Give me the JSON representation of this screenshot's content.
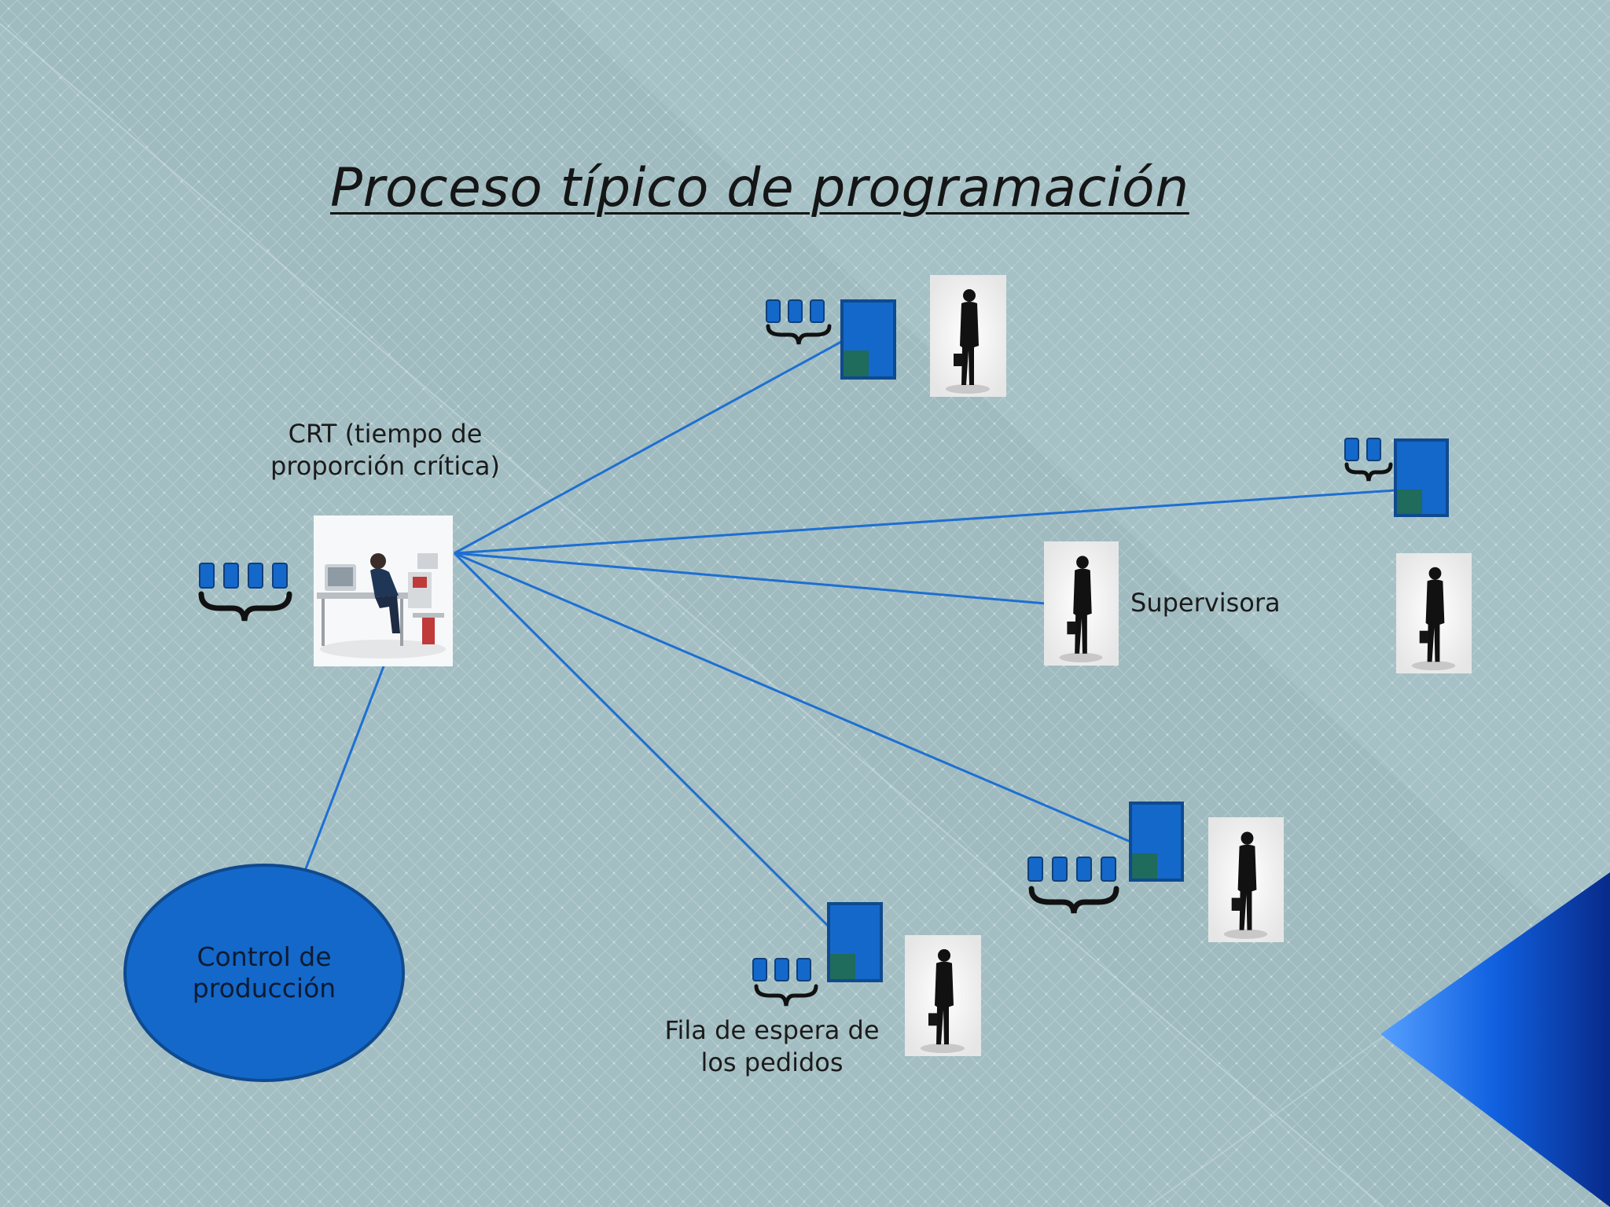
{
  "slide": {
    "title": "Proceso típico de programación",
    "crt_label": [
      "CRT (tiempo de",
      "proporción crítica)"
    ],
    "supervisor_label": "Supervisora",
    "queue_label": [
      "Fila de espera de",
      "los pedidos"
    ],
    "control_label": [
      "Control de",
      "producción"
    ]
  },
  "icons": {
    "computer_operator": "office-worker-photo-icon",
    "person": "businessman-silhouette-icon",
    "machine": "machine-block-icon",
    "order": "order-block-icon",
    "brace": "curly-brace-icon"
  },
  "colors": {
    "background": "#a4bfc4",
    "accent_blue": "#1468c9",
    "line_blue": "#1e6fd1",
    "dark_green": "#1f6b5c",
    "corner_gradient_light": "#3a8bff",
    "corner_gradient_dark": "#0a2a86"
  }
}
